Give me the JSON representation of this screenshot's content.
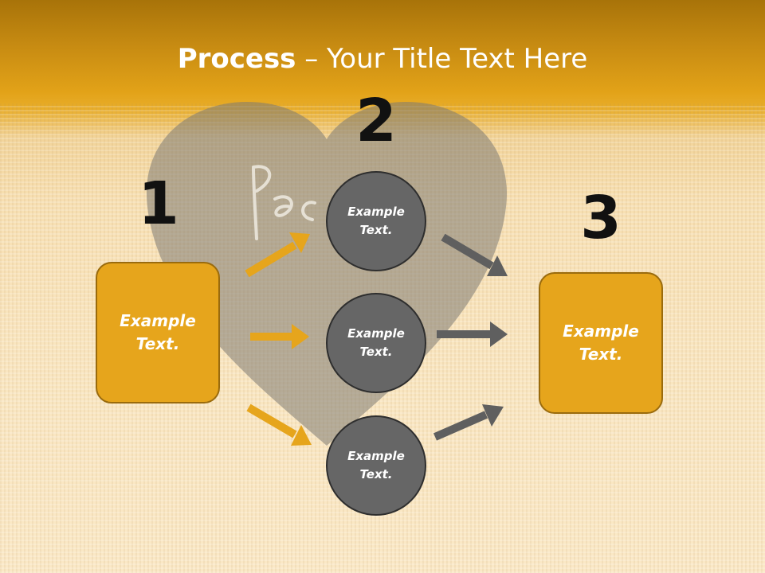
{
  "title": {
    "bold": "Process",
    "rest": " – Your Title Text Here"
  },
  "colors": {
    "accent_orange": "#e6a51c",
    "circle_gray": "#666666",
    "arrow_gray": "#5f5f5f",
    "header_band": "#e2a218"
  },
  "steps": [
    {
      "number": "1"
    },
    {
      "number": "2"
    },
    {
      "number": "3"
    }
  ],
  "left_box": {
    "text": "Example Text."
  },
  "circles": [
    {
      "text": "Example Text."
    },
    {
      "text": "Example Text."
    },
    {
      "text": "Example Text."
    }
  ],
  "right_box": {
    "text": "Example Text."
  }
}
